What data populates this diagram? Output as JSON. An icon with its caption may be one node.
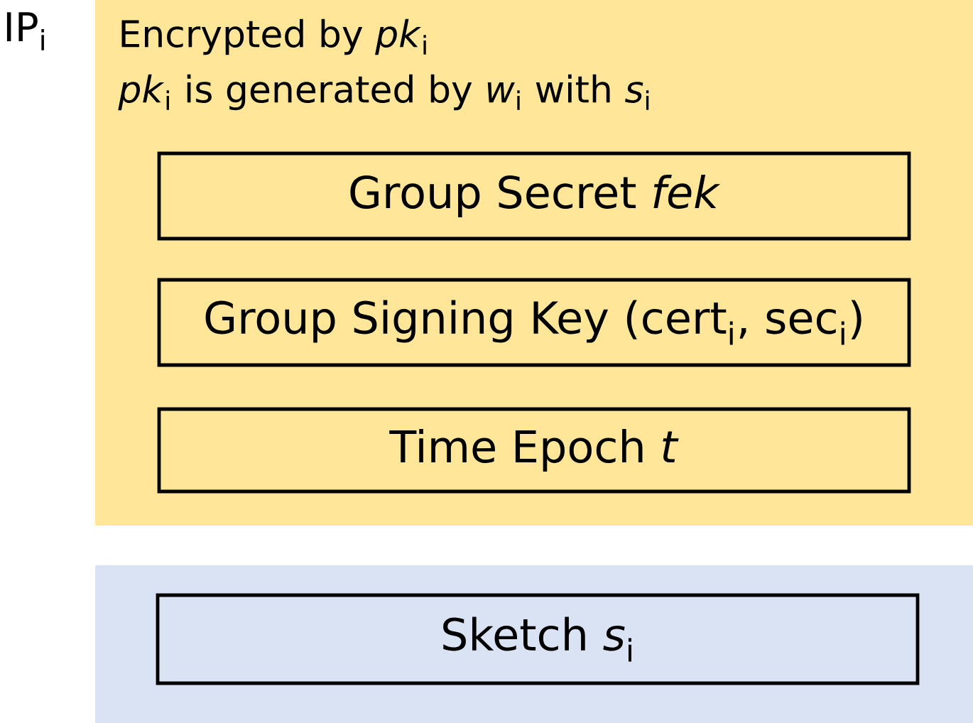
{
  "diagram": {
    "nodes": [
      {
        "text": [
          "IP$_{i}$",
          "Encrypted by *pk*$_{i}$",
          "*pk*$_{i}$ is generated by *w*$_{i}$ with *s*$_{i}$"
        ]
      },
      {
        "text": [
          "Group Secret *fek*"
        ],
        "in": 0
      },
      {
        "text": [
          "Group Signing Key (cert$_{i}$, sec$_{i}$)"
        ],
        "in": 0
      },
      {
        "text": [
          "Time Epoch *t*"
        ],
        "in": 0
      },
      {
        "text": [],
        "shape": "box"
      },
      {
        "text": [
          "Sketch *s*$_{i}$"
        ],
        "in": 4
      }
    ]
  }
}
